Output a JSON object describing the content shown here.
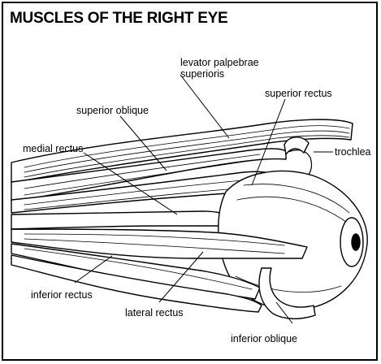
{
  "title": "MUSCLES OF THE RIGHT EYE",
  "labels": {
    "levator": [
      "levator palpebrae",
      "superioris"
    ],
    "superior_rectus": "superior rectus",
    "superior_oblique": "superior oblique",
    "medial_rectus": "medial rectus",
    "trochlea": "trochlea",
    "inferior_rectus": "inferior rectus",
    "lateral_rectus": "lateral rectus",
    "inferior_oblique": "inferior oblique"
  },
  "colors": {
    "ink": "#000000",
    "paper": "#ffffff"
  }
}
